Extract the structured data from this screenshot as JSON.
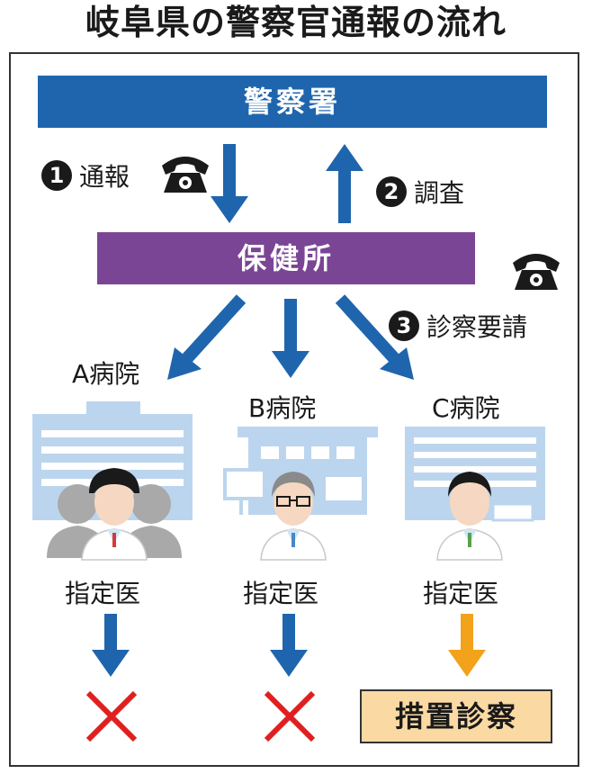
{
  "title": "岐阜県の警察官通報の流れ",
  "police_station": "警察署",
  "health_center": "保健所",
  "steps": [
    {
      "num": "1",
      "label": "通報"
    },
    {
      "num": "2",
      "label": "調査"
    },
    {
      "num": "3",
      "label": "診察要請"
    }
  ],
  "hospitals": [
    {
      "label": "A病院",
      "doctor": "指定医",
      "outcome": "×"
    },
    {
      "label": "B病院",
      "doctor": "指定医",
      "outcome": "×"
    },
    {
      "label": "C病院",
      "doctor": "指定医",
      "outcome": "措置診察"
    }
  ],
  "colors": {
    "police": "#1f65ad",
    "health": "#7b4595",
    "arrow_blue": "#1f65ad",
    "arrow_orange": "#f2a21b",
    "cross_red": "#e02020",
    "result_fill": "#fbd9a3",
    "building": "#bcd5ee"
  },
  "icons": [
    "phone-icon",
    "hospital-building-icon",
    "doctor-icon",
    "cross-mark-icon"
  ]
}
